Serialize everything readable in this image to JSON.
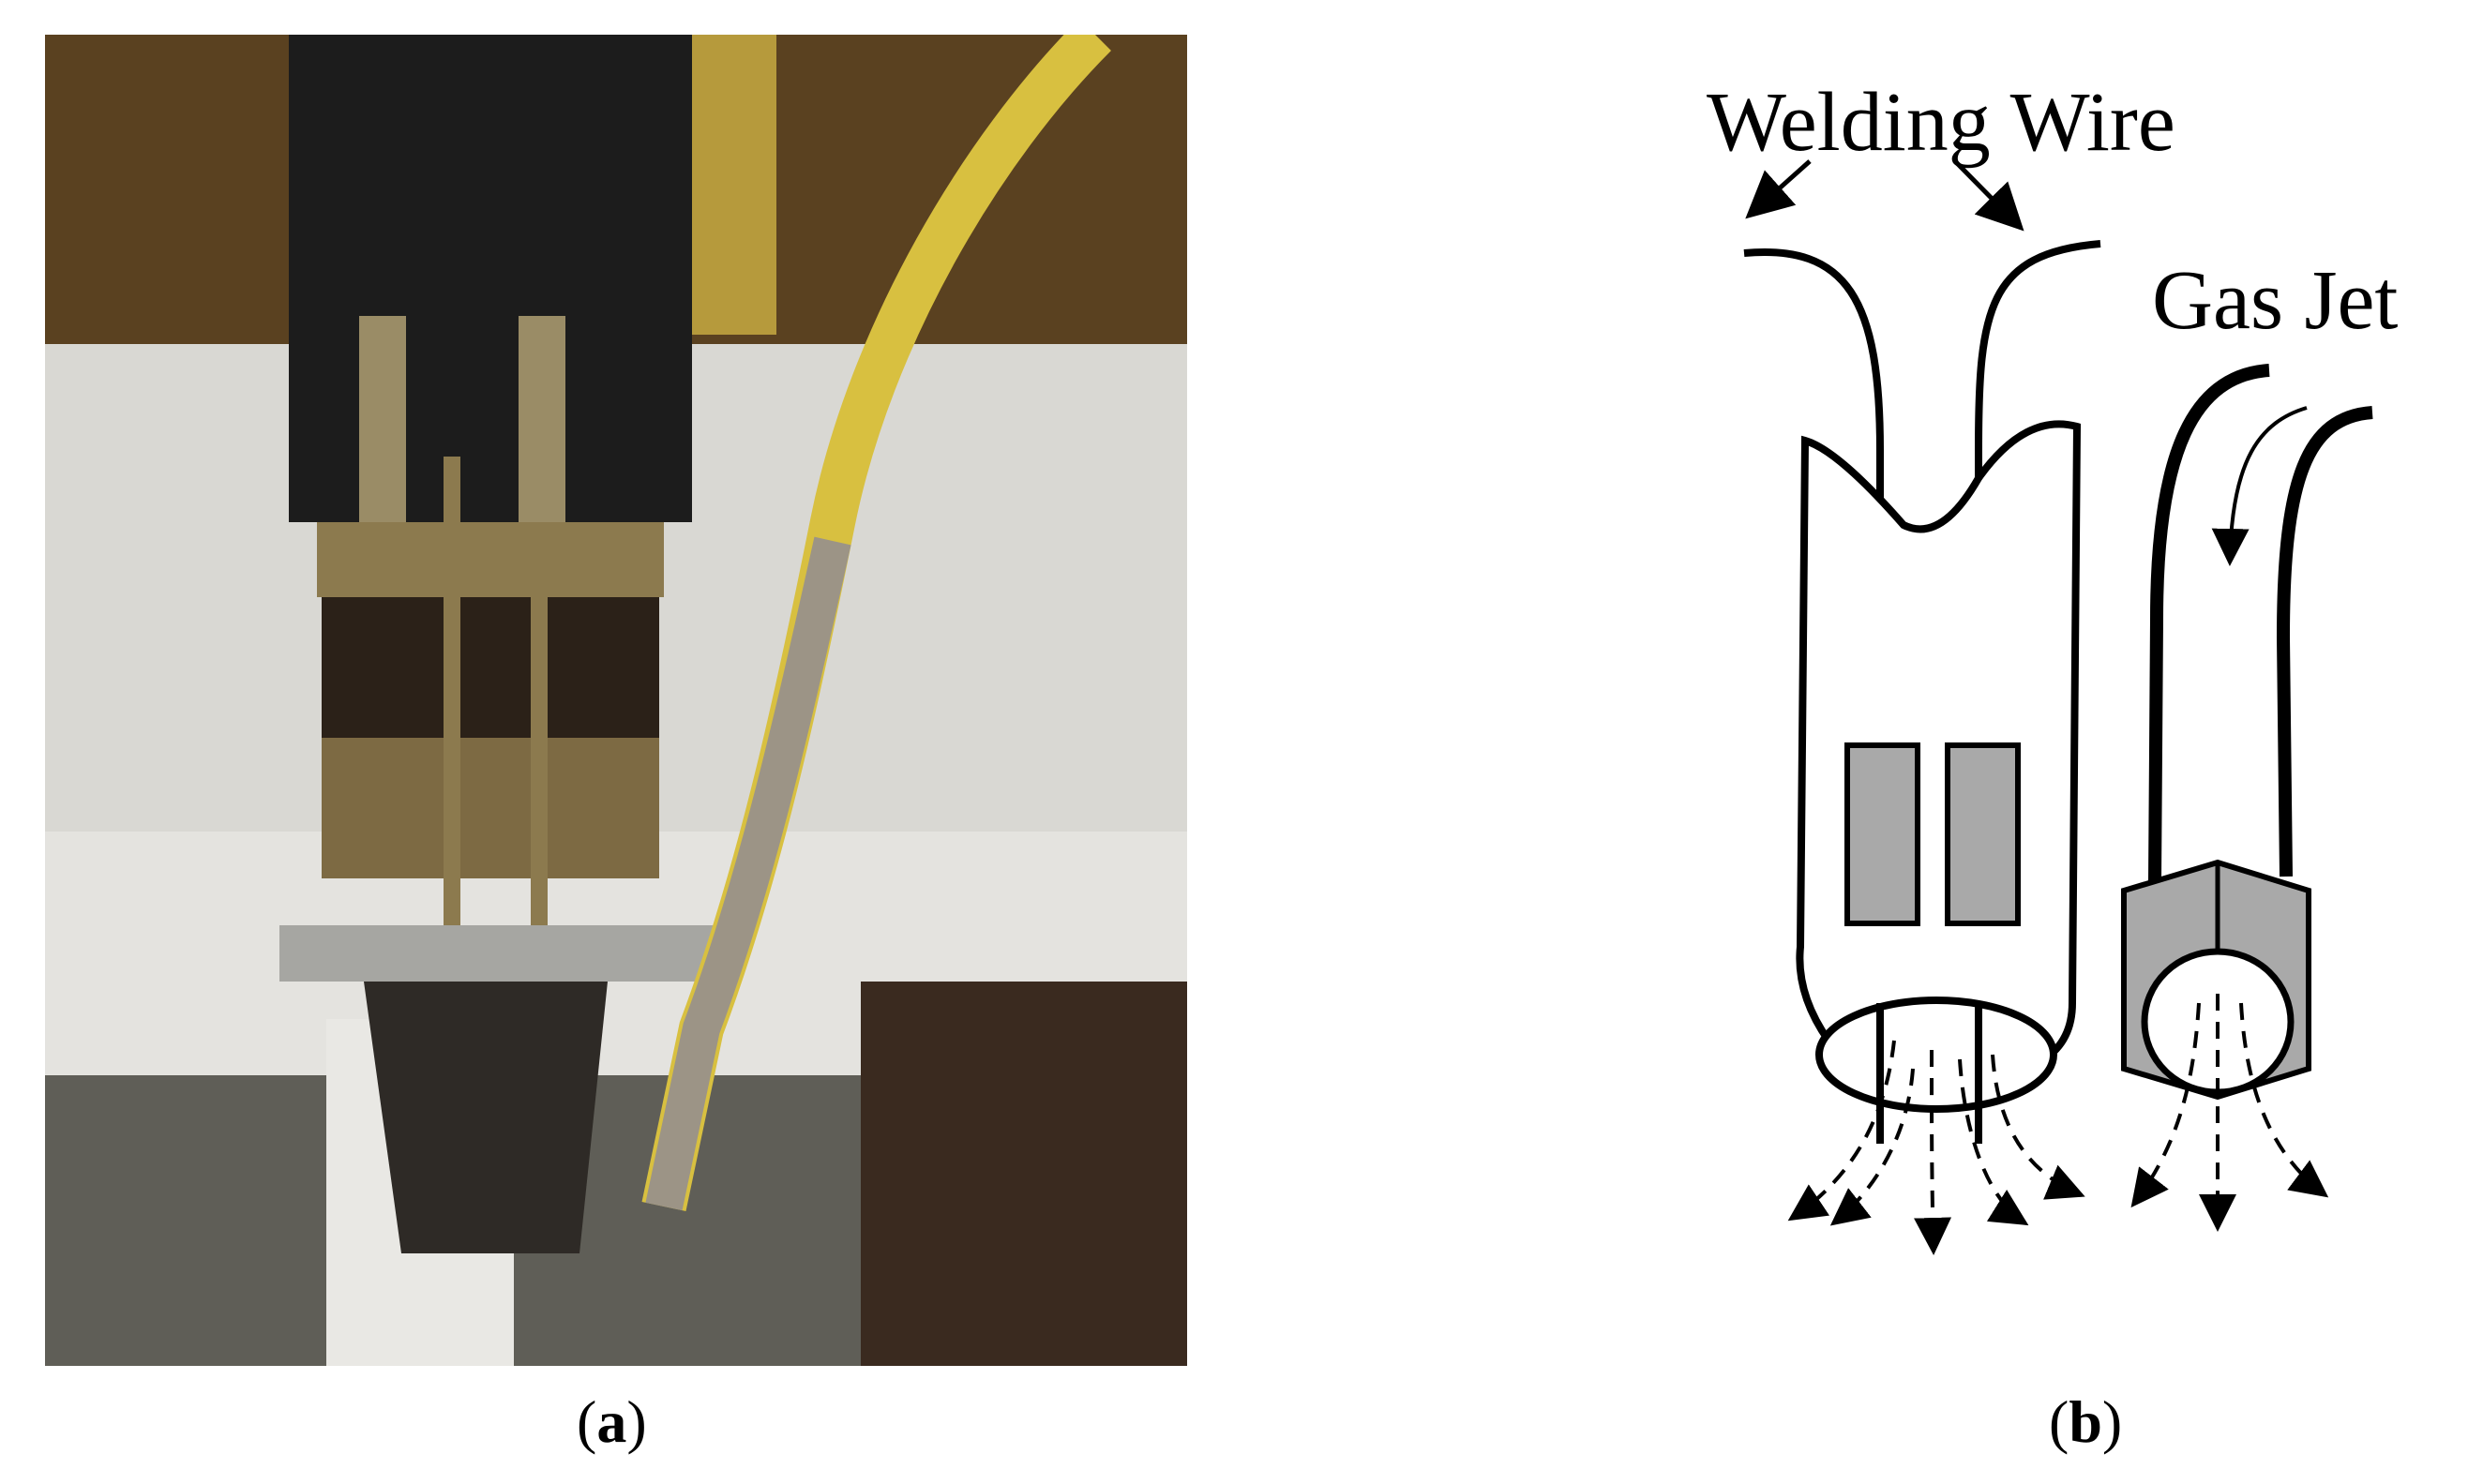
{
  "panel_a": {
    "caption_open": "(",
    "caption_letter": "a",
    "caption_close": ")"
  },
  "panel_b": {
    "caption_open": "(",
    "caption_letter": "b",
    "caption_close": ")",
    "label_welding_wire": "Welding Wire",
    "label_gas_jet": "Gas Jet"
  },
  "colors": {
    "stroke": "#000000",
    "fill_gray": "#a9a9a9",
    "photo_floor": "#d9d8d3",
    "photo_brass": "#8c7a4e",
    "photo_hose": "#d8c040"
  }
}
